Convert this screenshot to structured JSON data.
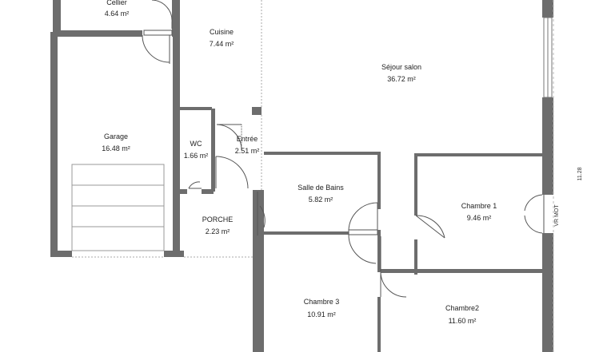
{
  "colors": {
    "wall": "#6d6d6d",
    "background": "#ffffff",
    "door_stroke": "#555555",
    "dashed_line": "#aaaaaa",
    "text": "#222222"
  },
  "rooms": {
    "cellier": {
      "name": "Cellier",
      "area": "4.64 m²"
    },
    "cuisine": {
      "name": "Cuisine",
      "area": "7.44 m²"
    },
    "sejour": {
      "name": "Séjour salon",
      "area": "36.72 m²"
    },
    "garage": {
      "name": "Garage",
      "area": "16.48 m²"
    },
    "wc": {
      "name": "WC",
      "area": "1.66 m²"
    },
    "entree": {
      "name": "Entrée",
      "area": "2.51 m²"
    },
    "sdb": {
      "name": "Salle de Bains",
      "area": "5.82 m²"
    },
    "chambre1": {
      "name": "Chambre 1",
      "area": "9.46 m²"
    },
    "porche": {
      "name": "PORCHE",
      "area": "2.23 m²"
    },
    "chambre3": {
      "name": "Chambre 3",
      "area": "10.91 m²"
    },
    "chambre2": {
      "name": "Chambre2",
      "area": "11.60 m²"
    }
  },
  "annotations": {
    "dimension": "11.28",
    "shutter": "VR MOT"
  }
}
